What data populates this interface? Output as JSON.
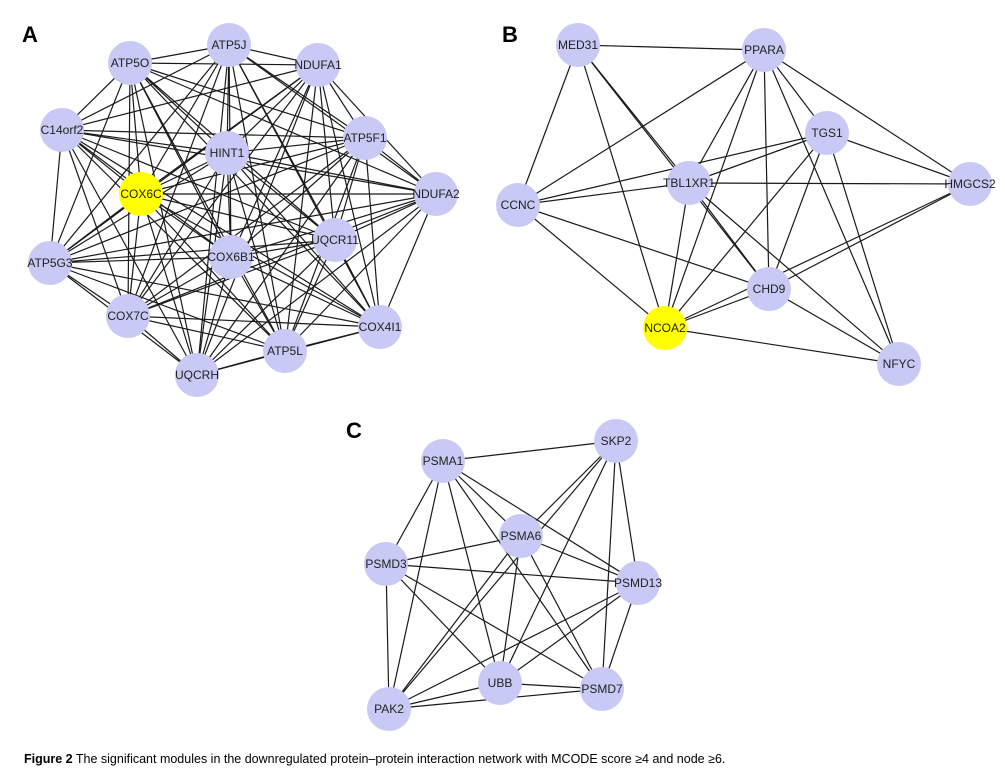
{
  "colors": {
    "node": "#c9c9f5",
    "highlight": "#ffff00",
    "edge": "#1a1a1a"
  },
  "caption": {
    "figure_label": "Figure 2",
    "text": "The significant modules in the downregulated protein–protein interaction network with MCODE score ≥4 and node ≥6."
  },
  "panels": [
    {
      "id": "A",
      "label": "A",
      "nodes": [
        "ATP5J",
        "ATP5O",
        "NDUFA1",
        "C14orf2",
        "ATP5F1",
        "HINT1",
        "COX6C",
        "NDUFA2",
        "UQCR11",
        "ATP5G3",
        "COX6B1",
        "COX7C",
        "COX4I1",
        "ATP5L",
        "UQCRH"
      ],
      "highlighted": [
        "COX6C"
      ],
      "edges": "complete"
    },
    {
      "id": "B",
      "label": "B",
      "nodes": [
        "MED31",
        "PPARA",
        "TGS1",
        "TBL1XR1",
        "HMGCS2",
        "CCNC",
        "CHD9",
        "NCOA2",
        "NFYC"
      ],
      "highlighted": [
        "NCOA2"
      ],
      "edges": [
        [
          "MED31",
          "PPARA"
        ],
        [
          "MED31",
          "TBL1XR1"
        ],
        [
          "MED31",
          "CCNC"
        ],
        [
          "MED31",
          "NCOA2"
        ],
        [
          "MED31",
          "CHD9"
        ],
        [
          "PPARA",
          "TGS1"
        ],
        [
          "PPARA",
          "TBL1XR1"
        ],
        [
          "PPARA",
          "HMGCS2"
        ],
        [
          "PPARA",
          "CHD9"
        ],
        [
          "PPARA",
          "NCOA2"
        ],
        [
          "PPARA",
          "NFYC"
        ],
        [
          "PPARA",
          "CCNC"
        ],
        [
          "TGS1",
          "TBL1XR1"
        ],
        [
          "TGS1",
          "HMGCS2"
        ],
        [
          "TGS1",
          "CCNC"
        ],
        [
          "TGS1",
          "CHD9"
        ],
        [
          "TGS1",
          "NCOA2"
        ],
        [
          "TGS1",
          "NFYC"
        ],
        [
          "TBL1XR1",
          "HMGCS2"
        ],
        [
          "TBL1XR1",
          "CCNC"
        ],
        [
          "TBL1XR1",
          "CHD9"
        ],
        [
          "TBL1XR1",
          "NCOA2"
        ],
        [
          "TBL1XR1",
          "NFYC"
        ],
        [
          "HMGCS2",
          "CHD9"
        ],
        [
          "HMGCS2",
          "NCOA2"
        ],
        [
          "CCNC",
          "NCOA2"
        ],
        [
          "CCNC",
          "CHD9"
        ],
        [
          "CHD9",
          "NCOA2"
        ],
        [
          "CHD9",
          "NFYC"
        ],
        [
          "NCOA2",
          "NFYC"
        ]
      ]
    },
    {
      "id": "C",
      "label": "C",
      "nodes": [
        "PSMA1",
        "SKP2",
        "PSMA6",
        "PSMD3",
        "PSMD13",
        "UBB",
        "PSMD7",
        "PAK2"
      ],
      "highlighted": [],
      "edges": [
        [
          "PSMA1",
          "SKP2"
        ],
        [
          "PSMA1",
          "PSMA6"
        ],
        [
          "PSMA1",
          "PSMD3"
        ],
        [
          "PSMA1",
          "PSMD13"
        ],
        [
          "PSMA1",
          "UBB"
        ],
        [
          "PSMA1",
          "PSMD7"
        ],
        [
          "PSMA1",
          "PAK2"
        ],
        [
          "SKP2",
          "PSMA6"
        ],
        [
          "SKP2",
          "PSMD13"
        ],
        [
          "SKP2",
          "UBB"
        ],
        [
          "SKP2",
          "PSMD7"
        ],
        [
          "SKP2",
          "PAK2"
        ],
        [
          "PSMA6",
          "PSMD3"
        ],
        [
          "PSMA6",
          "PSMD13"
        ],
        [
          "PSMA6",
          "UBB"
        ],
        [
          "PSMA6",
          "PSMD7"
        ],
        [
          "PSMA6",
          "PAK2"
        ],
        [
          "PSMD3",
          "PSMD13"
        ],
        [
          "PSMD3",
          "UBB"
        ],
        [
          "PSMD3",
          "PSMD7"
        ],
        [
          "PSMD3",
          "PAK2"
        ],
        [
          "PSMD13",
          "UBB"
        ],
        [
          "PSMD13",
          "PSMD7"
        ],
        [
          "PSMD13",
          "PAK2"
        ],
        [
          "UBB",
          "PSMD7"
        ],
        [
          "UBB",
          "PAK2"
        ],
        [
          "PSMD7",
          "PAK2"
        ]
      ]
    }
  ]
}
